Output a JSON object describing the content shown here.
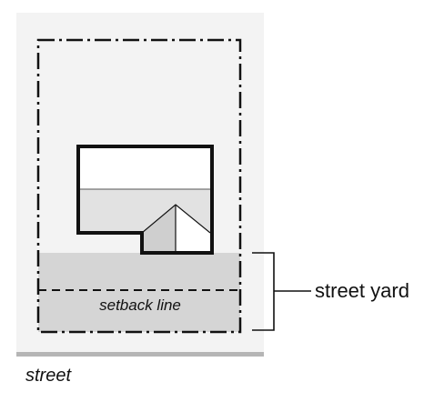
{
  "labels": {
    "setback_line": "setback line",
    "street_yard": "street yard",
    "street": "street"
  },
  "colors": {
    "lot_background": "#f3f3f3",
    "street_yard_fill": "#d5d5d5",
    "house_roof_fill": "#e2e2e2",
    "house_top_fill": "#ffffff",
    "street_edge": "#b5b5b5",
    "ink": "#111111"
  }
}
